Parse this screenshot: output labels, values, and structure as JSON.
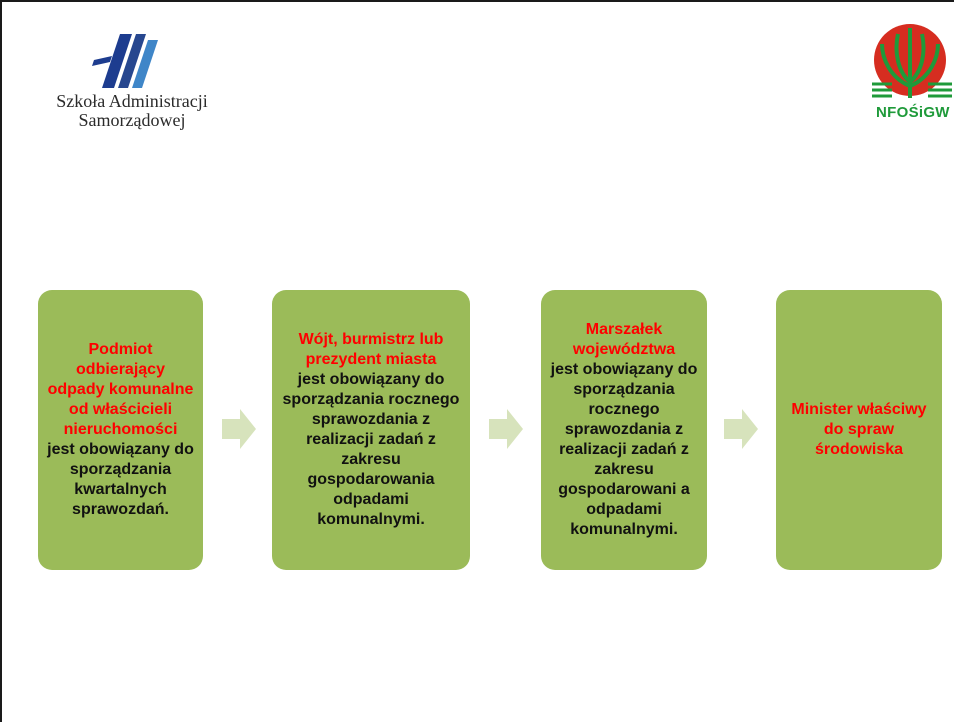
{
  "header": {
    "left_logo": {
      "name": "sas-logo",
      "line1": "Szkoła Administracji",
      "line2": "Samorządowej"
    },
    "right_logo": {
      "name": "nfosigw-logo",
      "text": "NFOŚiGW"
    }
  },
  "flow": [
    {
      "role": "Podmiot odbierający odpady komunalne od właścicieli nieruchomości",
      "text": "jest obowiązany do sporządzania kwartalnych sprawozdań."
    },
    {
      "role": "Wójt, burmistrz lub prezydent miasta",
      "text": "jest obowiązany do sporządzania rocznego sprawozdania z realizacji zadań z zakresu gospodarowania odpadami komunalnymi."
    },
    {
      "role": "Marszałek województwa",
      "text": "jest obowiązany do sporządzania rocznego sprawozdania z realizacji zadań z zakresu gospodarowani a odpadami komunalnymi."
    },
    {
      "role": "Minister właściwy do spraw środowiska",
      "text": ""
    }
  ],
  "colors": {
    "box_fill": "#9bbb59",
    "arrow_fill": "#d7e3bc",
    "role_text": "#ff0000",
    "body_text": "#111111"
  }
}
